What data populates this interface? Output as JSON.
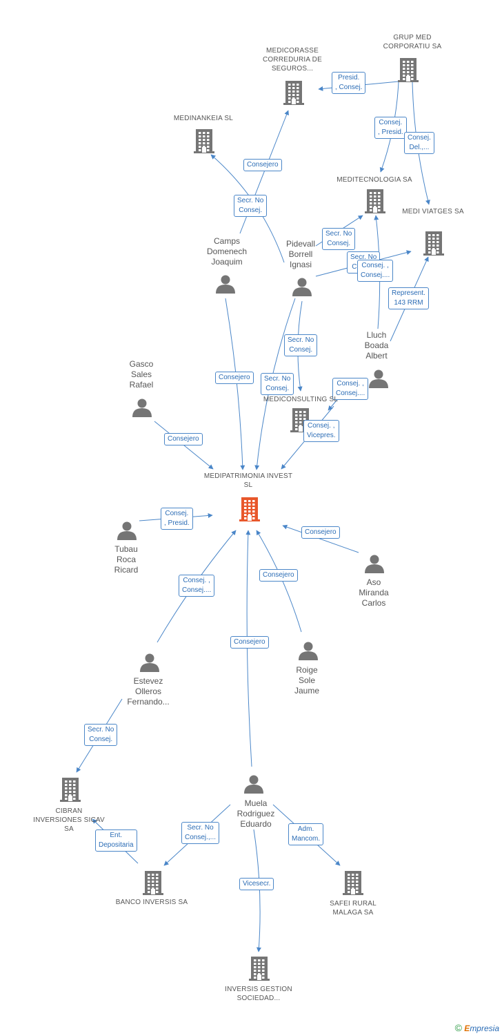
{
  "colors": {
    "edge": "#4a86c8",
    "node_default": "#757575",
    "node_focus": "#e8572b",
    "label_text": "#555555",
    "edge_label_text": "#2b6cb5"
  },
  "nodes": [
    {
      "id": "medipatrimonia",
      "type": "company",
      "focus": true,
      "label": "MEDIPATRIMONIA INVEST SL"
    },
    {
      "id": "grupmed",
      "type": "company",
      "label": "GRUP MED CORPORATIU SA"
    },
    {
      "id": "medicorasse",
      "type": "company",
      "label": "MEDICORASSE CORREDURIA DE SEGUROS..."
    },
    {
      "id": "medinankeia",
      "type": "company",
      "label": "MEDINANKEIA SL"
    },
    {
      "id": "meditecnologia",
      "type": "company",
      "label": "MEDITECNOLOGIA SA"
    },
    {
      "id": "mediviatges",
      "type": "company",
      "label": "MEDI VIATGES SA"
    },
    {
      "id": "mediconsulting",
      "type": "company",
      "label": "MEDICONSULTING SL"
    },
    {
      "id": "cibran",
      "type": "company",
      "label": "CIBRAN INVERSIONES SICAV SA"
    },
    {
      "id": "bancoinversis",
      "type": "company",
      "label": "BANCO INVERSIS SA"
    },
    {
      "id": "inversisgestion",
      "type": "company",
      "label": "INVERSIS GESTION SOCIEDAD..."
    },
    {
      "id": "safei",
      "type": "company",
      "label": "SAFEI RURAL MALAGA SA"
    },
    {
      "id": "camps",
      "type": "person",
      "label": "Camps Domenech Joaquim"
    },
    {
      "id": "pidevall",
      "type": "person",
      "label": "Pidevall Borrell Ignasi"
    },
    {
      "id": "lluch",
      "type": "person",
      "label": "Lluch Boada Albert"
    },
    {
      "id": "gasco",
      "type": "person",
      "label": "Gasco Sales Rafael"
    },
    {
      "id": "tubau",
      "type": "person",
      "label": "Tubau Roca Ricard"
    },
    {
      "id": "aso",
      "type": "person",
      "label": "Aso Miranda Carlos"
    },
    {
      "id": "roige",
      "type": "person",
      "label": "Roige Sole Jaume"
    },
    {
      "id": "estevez",
      "type": "person",
      "label": "Estevez Olleros Fernando..."
    },
    {
      "id": "muela",
      "type": "person",
      "label": "Muela Rodriguez Eduardo"
    }
  ],
  "edges": [
    {
      "from": "grupmed",
      "to": "medicorasse",
      "label": "Presid. , Consej."
    },
    {
      "from": "grupmed",
      "to": "meditecnologia",
      "label": "Consej. , Presid."
    },
    {
      "from": "grupmed",
      "to": "mediviatges",
      "label": "Consej. Del.,..."
    },
    {
      "from": "camps",
      "to": "medicorasse",
      "label": "Consejero"
    },
    {
      "from": "pidevall",
      "to": "medinankeia",
      "label": "Secr. No Consej."
    },
    {
      "from": "pidevall",
      "to": "meditecnologia",
      "label": "Secr. No Consej."
    },
    {
      "from": "pidevall",
      "to": "mediviatges",
      "label": "Secr. No Consej."
    },
    {
      "from": "lluch",
      "to": "meditecnologia",
      "label": "Consej. , Consej...."
    },
    {
      "from": "lluch",
      "to": "mediviatges",
      "label": "Represent. 143 RRM"
    },
    {
      "from": "camps",
      "to": "medipatrimonia",
      "label": "Consejero"
    },
    {
      "from": "pidevall",
      "to": "mediconsulting",
      "label": "Secr. No Consej."
    },
    {
      "from": "pidevall",
      "to": "medipatrimonia",
      "label": "Secr. No Consej."
    },
    {
      "from": "lluch",
      "to": "mediconsulting",
      "label": "Consej. , Consej...."
    },
    {
      "from": "mediconsulting",
      "to": "medipatrimonia",
      "label": "Consej. , Vicepres."
    },
    {
      "from": "gasco",
      "to": "medipatrimonia",
      "label": "Consejero"
    },
    {
      "from": "tubau",
      "to": "medipatrimonia",
      "label": "Consej. , Presid."
    },
    {
      "from": "aso",
      "to": "medipatrimonia",
      "label": "Consejero"
    },
    {
      "from": "estevez",
      "to": "medipatrimonia",
      "label": "Consej. , Consej...."
    },
    {
      "from": "roige",
      "to": "medipatrimonia",
      "label": "Consejero"
    },
    {
      "from": "muela",
      "to": "medipatrimonia",
      "label": "Consejero"
    },
    {
      "from": "estevez",
      "to": "cibran",
      "label": "Secr. No Consej."
    },
    {
      "from": "bancoinversis",
      "to": "cibran",
      "label": "Ent. Depositaria"
    },
    {
      "from": "muela",
      "to": "bancoinversis",
      "label": "Secr. No Consej.,..."
    },
    {
      "from": "muela",
      "to": "inversisgestion",
      "label": "Vicesecr."
    },
    {
      "from": "muela",
      "to": "safei",
      "label": "Adm. Mancom."
    }
  ],
  "footer": {
    "copyright": "©",
    "brand_initial": "E",
    "brand_rest": "mpresia"
  }
}
